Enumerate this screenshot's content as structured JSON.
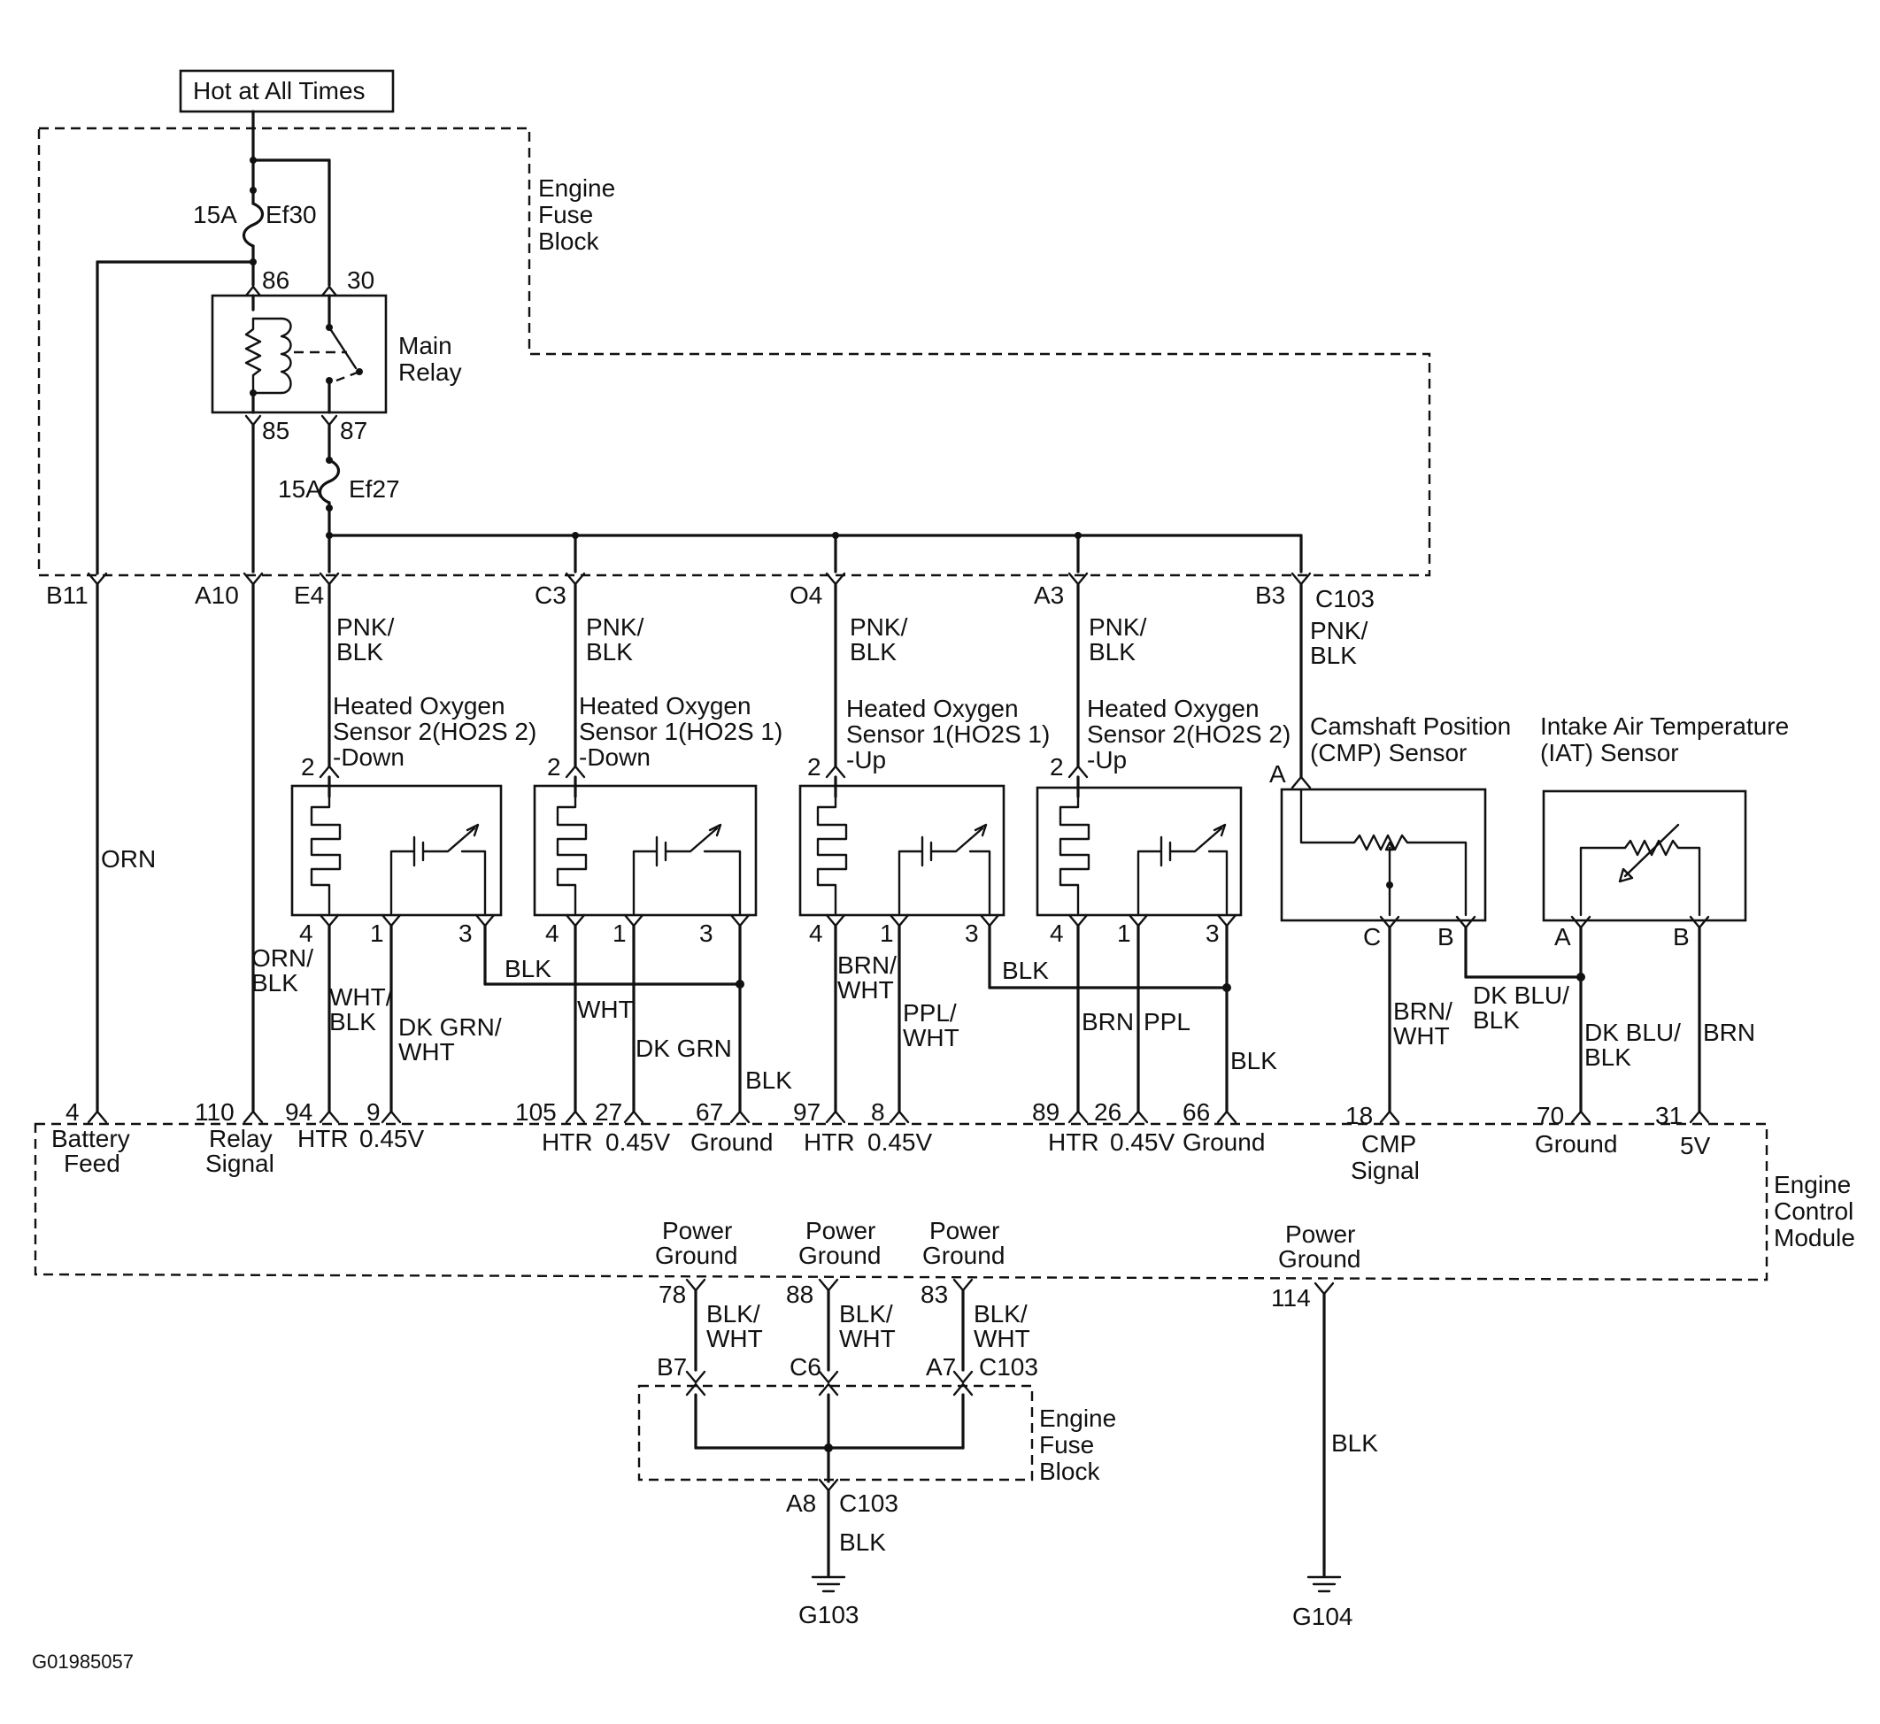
{
  "hot_label": "Hot at All Times",
  "engine_fuse_block_label": [
    "Engine",
    "Fuse",
    "Block"
  ],
  "engine_control_module_label": [
    "Engine",
    "Control",
    "Module"
  ],
  "fuse_ef30": {
    "rating": "15A",
    "name": "Ef30"
  },
  "fuse_ef27": {
    "rating": "15A",
    "name": "Ef27"
  },
  "main_relay": {
    "label": [
      "Main",
      "Relay"
    ],
    "pins": {
      "p86": "86",
      "p30": "30",
      "p85": "85",
      "p87": "87"
    }
  },
  "c103_header": "C103",
  "fuse_block_terminals": [
    "B11",
    "A10",
    "E4",
    "C3",
    "O4",
    "A3",
    "B3"
  ],
  "wires": {
    "battery_feed": "ORN",
    "relay_signal": [
      "ORN/",
      "BLK"
    ],
    "pnk_blk": [
      "PNK/",
      "BLK"
    ]
  },
  "sensors": [
    {
      "name": [
        "Heated Oxygen",
        "Sensor 2(HO2S 2)",
        "-Down"
      ],
      "pins": [
        "2",
        "4",
        "1",
        "3"
      ],
      "wire_4": [
        "WHT/",
        "BLK"
      ],
      "wire_1": [
        "DK GRN/",
        "WHT"
      ],
      "ecm_pins": [
        "94",
        "9"
      ],
      "ecm_labels": [
        "HTR",
        "0.45V"
      ]
    },
    {
      "name": [
        "Heated Oxygen",
        "Sensor 1(HO2S 1)",
        "-Down"
      ],
      "pins": [
        "2",
        "4",
        "1",
        "3"
      ],
      "wire_4": [
        "WHT"
      ],
      "wire_1": [
        "DK GRN"
      ],
      "ecm_pins": [
        "105",
        "27"
      ],
      "ecm_labels": [
        "HTR",
        "0.45V"
      ]
    },
    {
      "name": [
        "Heated Oxygen",
        "Sensor 1(HO2S 1)",
        "-Up"
      ],
      "pins": [
        "2",
        "4",
        "1",
        "3"
      ],
      "wire_4": [
        "BRN/",
        "WHT"
      ],
      "wire_1": [
        "PPL/",
        "WHT"
      ],
      "ecm_pins": [
        "97",
        "8"
      ],
      "ecm_labels": [
        "HTR",
        "0.45V"
      ]
    },
    {
      "name": [
        "Heated Oxygen",
        "Sensor 2(HO2S 2)",
        "-Up"
      ],
      "pins": [
        "2",
        "4",
        "1",
        "3"
      ],
      "wire_4": [
        "BRN"
      ],
      "wire_1": [
        "PPL"
      ],
      "ecm_pins": [
        "89",
        "26"
      ],
      "ecm_labels": [
        "HTR",
        "0.45V"
      ]
    }
  ],
  "blk_label": "BLK",
  "ground_left": {
    "pin": "67",
    "label": "Ground"
  },
  "ground_mid": {
    "pin": "66",
    "label": "Ground"
  },
  "cmp_sensor": {
    "name": [
      "Camshaft Position",
      "(CMP) Sensor"
    ],
    "pins": [
      "A",
      "C",
      "B"
    ],
    "wire_c": [
      "BRN/",
      "WHT"
    ],
    "wire_b": [
      "DK BLU/",
      "BLK"
    ],
    "ecm_pin": "18",
    "ecm_label": [
      "CMP",
      "Signal"
    ]
  },
  "iat_sensor": {
    "name": [
      "Intake Air Temperature",
      "(IAT) Sensor"
    ],
    "pins": [
      "A",
      "B"
    ],
    "wire_a": [
      "DK BLU/",
      "BLK"
    ],
    "wire_b": [
      "BRN"
    ],
    "ecm_pins": [
      "70",
      "31"
    ],
    "ecm_labels": [
      "Ground",
      "5V"
    ]
  },
  "ecm_left": {
    "pins": [
      "4",
      "110"
    ],
    "labels": [
      [
        "Battery",
        "Feed"
      ],
      [
        "Relay",
        "Signal"
      ]
    ]
  },
  "power_grounds": {
    "label": [
      "Power",
      "Ground"
    ],
    "pins": [
      "78",
      "88",
      "83",
      "114"
    ],
    "wire": [
      "BLK/",
      "WHT"
    ]
  },
  "lower_fuse_block": {
    "terminals": [
      "B7",
      "C6",
      "A7"
    ],
    "connector": "C103",
    "out_terminal": "A8",
    "out_connector": "C103"
  },
  "g103": {
    "wire": "BLK",
    "label": "G103"
  },
  "g104": {
    "wire": "BLK",
    "label": "G104"
  },
  "figure_id": "G01985057"
}
